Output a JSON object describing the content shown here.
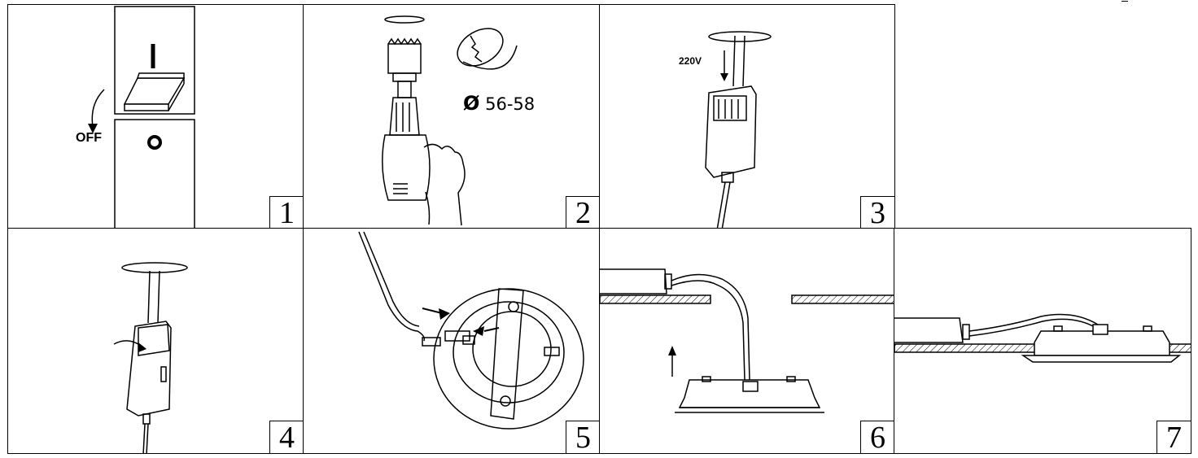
{
  "steps": [
    {
      "number": "1",
      "label": "OFF"
    },
    {
      "number": "2",
      "diameter_symbol": "Ø",
      "diameter_range": "56-58"
    },
    {
      "number": "3",
      "voltage": "220V"
    },
    {
      "number": "4"
    },
    {
      "number": "5"
    },
    {
      "number": "6"
    },
    {
      "number": "7"
    }
  ]
}
